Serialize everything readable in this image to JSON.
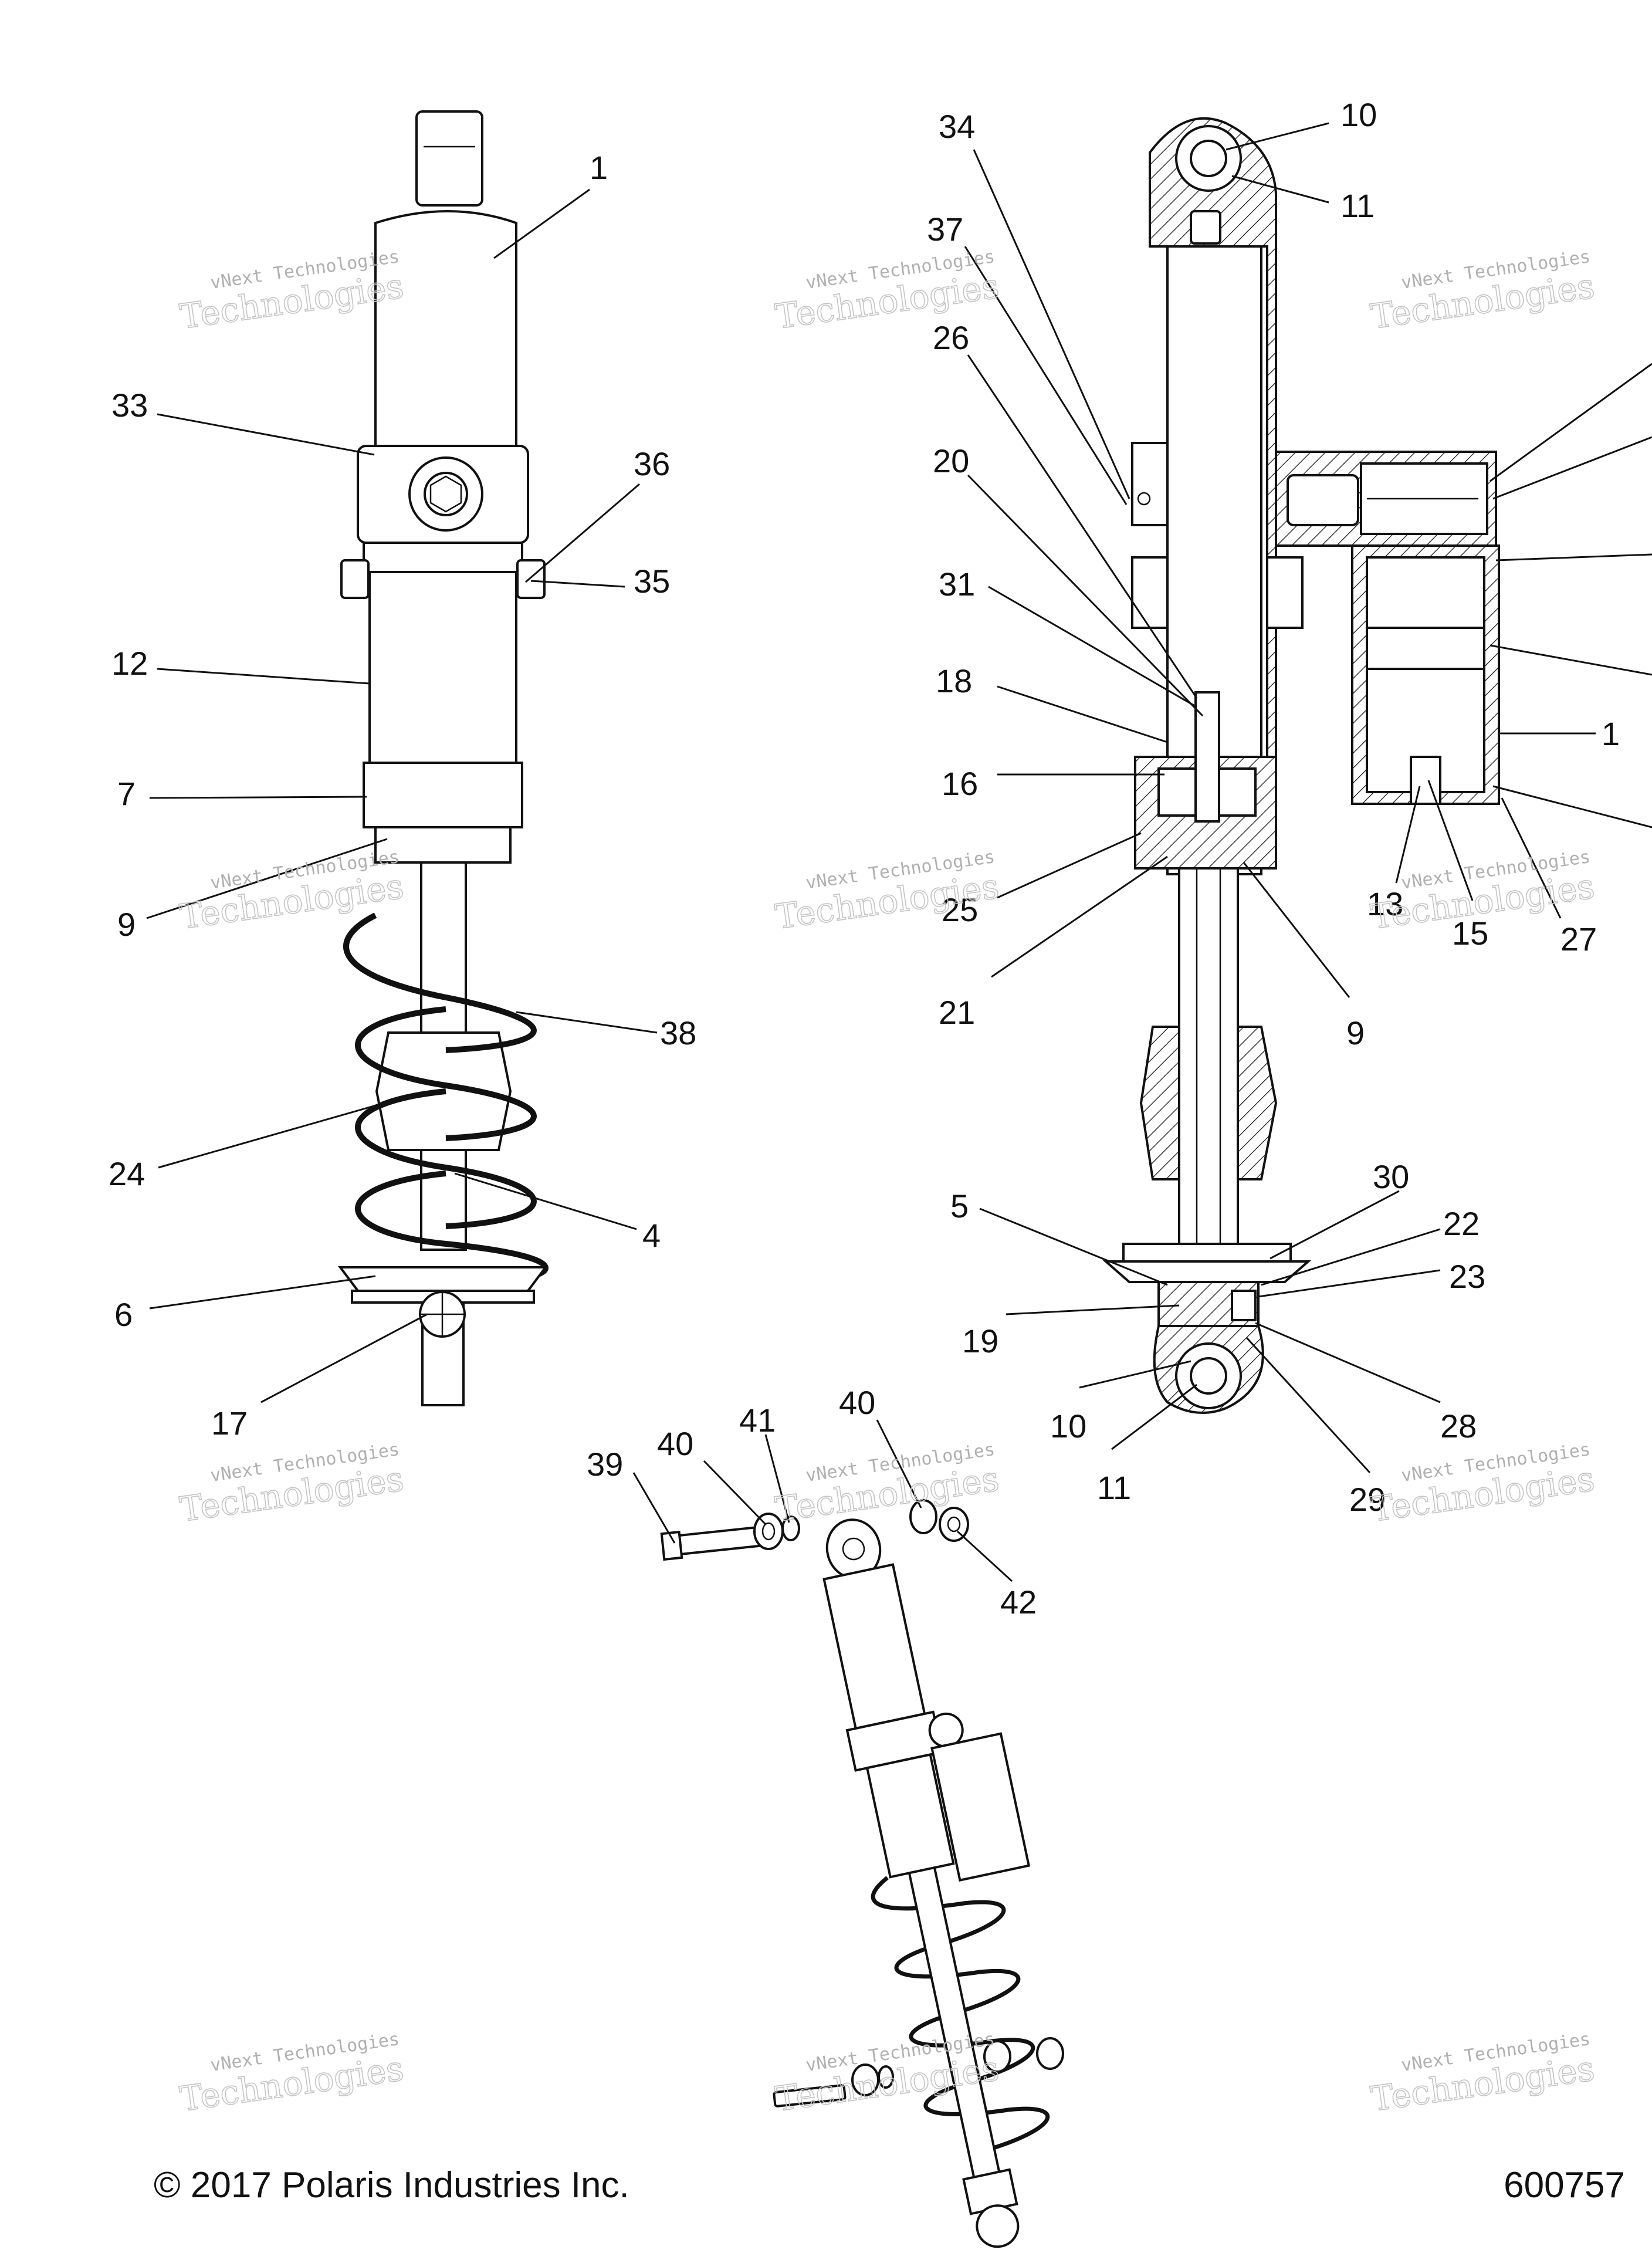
{
  "diagram": {
    "callouts_left": [
      "1",
      "33",
      "36",
      "35",
      "12",
      "7",
      "9",
      "38",
      "24",
      "4",
      "6",
      "17"
    ],
    "callouts_middle": [
      "34",
      "37",
      "26",
      "20",
      "31",
      "18",
      "16",
      "25",
      "21",
      "9",
      "5",
      "19",
      "10",
      "11",
      "30",
      "22",
      "23",
      "28",
      "29"
    ],
    "callouts_top": [
      "10",
      "11"
    ],
    "callouts_right": [
      "13",
      "15",
      "27",
      "1"
    ],
    "callouts_hardware": [
      "39",
      "40",
      "41",
      "40",
      "42"
    ],
    "watermark_line1": "vNext Technologies",
    "watermark_line2": "Technologies"
  },
  "footer": {
    "copyright": "© 2017 Polaris Industries Inc.",
    "diagram_number": "600757"
  },
  "colors": {
    "ink": "#111111",
    "watermark": "#c0c0c0",
    "background": "#ffffff"
  }
}
